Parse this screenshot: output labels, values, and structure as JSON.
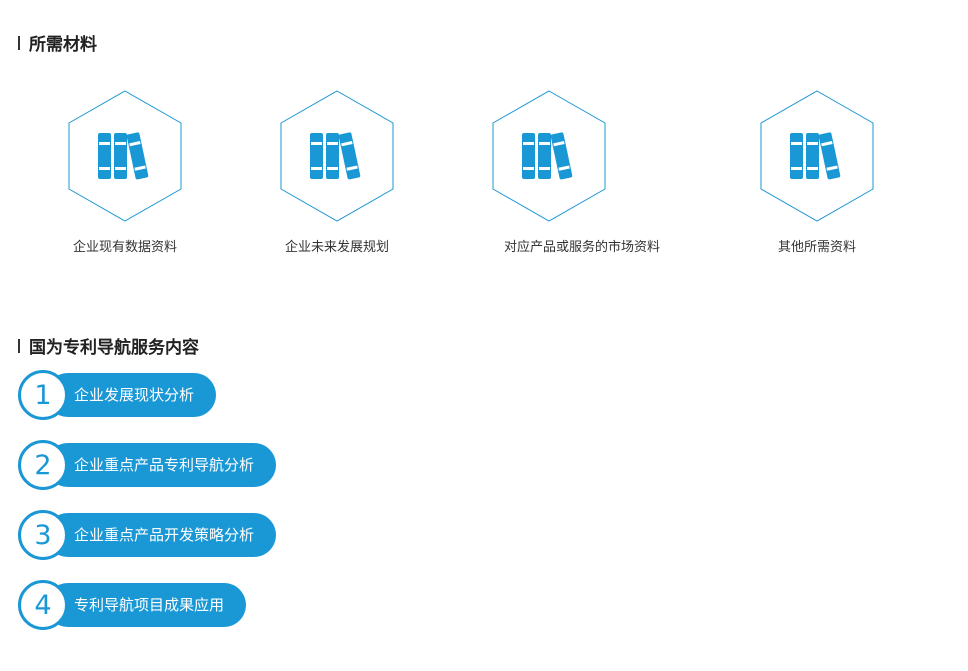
{
  "sections": {
    "materials_title": "所需材料",
    "services_title": "国为专利导航服务内容"
  },
  "materials": [
    {
      "label": "企业现有数据资料",
      "icon": "books-icon"
    },
    {
      "label": "企业未来发展规划",
      "icon": "books-icon"
    },
    {
      "label": "对应产品或服务的市场资料",
      "icon": "books-icon"
    },
    {
      "label": "其他所需资料",
      "icon": "books-icon"
    }
  ],
  "services": [
    {
      "number": "1",
      "label": "企业发展现状分析"
    },
    {
      "number": "2",
      "label": "企业重点产品专利导航分析"
    },
    {
      "number": "3",
      "label": "企业重点产品开发策略分析"
    },
    {
      "number": "4",
      "label": "专利导航项目成果应用"
    }
  ],
  "colors": {
    "accent": "#1a97d5",
    "text": "#333333"
  }
}
